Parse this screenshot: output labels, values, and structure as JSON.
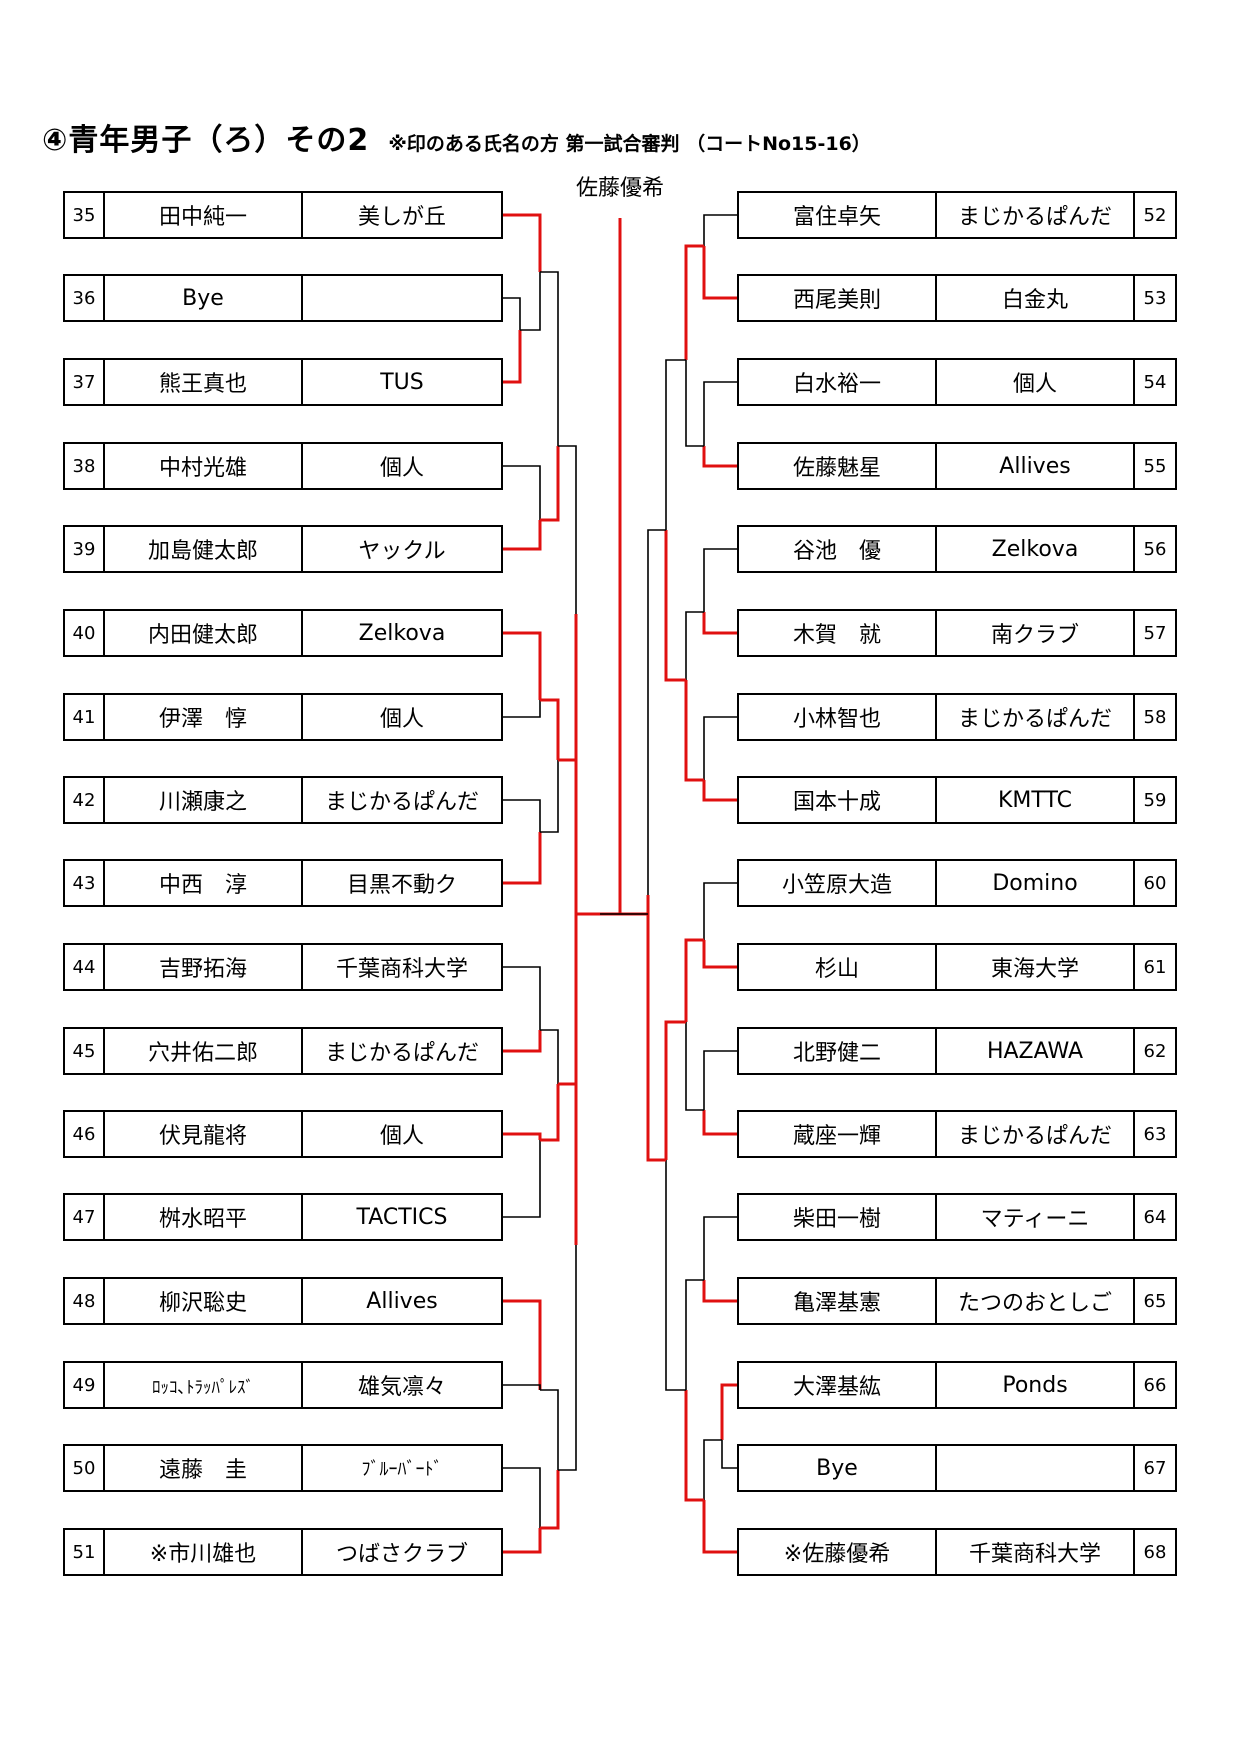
{
  "title": "④青年男子（ろ）その2",
  "subtitle": "※印のある氏名の方  第一試合審判  （コートNo15-16）",
  "winner": "佐藤優希",
  "left_entries": [
    {
      "num": "35",
      "name": "田中純一",
      "team": "美しが丘"
    },
    {
      "num": "36",
      "name": "Bye",
      "team": ""
    },
    {
      "num": "37",
      "name": "熊王真也",
      "team": "TUS"
    },
    {
      "num": "38",
      "name": "中村光雄",
      "team": "個人"
    },
    {
      "num": "39",
      "name": "加島健太郎",
      "team": "ヤックル"
    },
    {
      "num": "40",
      "name": "内田健太郎",
      "team": "Zelkova"
    },
    {
      "num": "41",
      "name": "伊澤　惇",
      "team": "個人"
    },
    {
      "num": "42",
      "name": "川瀬康之",
      "team": "まじかるぱんだ"
    },
    {
      "num": "43",
      "name": "中西　淳",
      "team": "目黒不動ク"
    },
    {
      "num": "44",
      "name": "吉野拓海",
      "team": "千葉商科大学"
    },
    {
      "num": "45",
      "name": "穴井佑二郎",
      "team": "まじかるぱんだ"
    },
    {
      "num": "46",
      "name": "伏見龍将",
      "team": "個人"
    },
    {
      "num": "47",
      "name": "桝水昭平",
      "team": "TACTICS"
    },
    {
      "num": "48",
      "name": "柳沢聡史",
      "team": "Allives"
    },
    {
      "num": "49",
      "name": "ﾛｯｺ､ﾄﾗｯﾊﾟﾚｽﾞ",
      "team": "雄気凛々"
    },
    {
      "num": "50",
      "name": "遠藤　圭",
      "team": "ﾌﾞﾙｰﾊﾞｰﾄﾞ"
    },
    {
      "num": "51",
      "name": "※市川雄也",
      "team": "つばさクラブ"
    }
  ],
  "right_entries": [
    {
      "num": "52",
      "name": "富住卓矢",
      "team": "まじかるぱんだ"
    },
    {
      "num": "53",
      "name": "西尾美則",
      "team": "白金丸"
    },
    {
      "num": "54",
      "name": "白水裕一",
      "team": "個人"
    },
    {
      "num": "55",
      "name": "佐藤魅星",
      "team": "Allives"
    },
    {
      "num": "56",
      "name": "谷池　優",
      "team": "Zelkova"
    },
    {
      "num": "57",
      "name": "木賀　就",
      "team": "南クラブ"
    },
    {
      "num": "58",
      "name": "小林智也",
      "team": "まじかるぱんだ"
    },
    {
      "num": "59",
      "name": "国本十成",
      "team": "KMTTC"
    },
    {
      "num": "60",
      "name": "小笠原大造",
      "team": "Domino"
    },
    {
      "num": "61",
      "name": "杉山",
      "team": "東海大学"
    },
    {
      "num": "62",
      "name": "北野健二",
      "team": "HAZAWA"
    },
    {
      "num": "63",
      "name": "蔵座一輝",
      "team": "まじかるぱんだ"
    },
    {
      "num": "64",
      "name": "柴田一樹",
      "team": "マティーニ"
    },
    {
      "num": "65",
      "name": "亀澤基憲",
      "team": "たつのおとしご"
    },
    {
      "num": "66",
      "name": "大澤基紘",
      "team": "Ponds"
    },
    {
      "num": "67",
      "name": "Bye",
      "team": ""
    },
    {
      "num": "68",
      "name": "※佐藤優希",
      "team": "千葉商科大学"
    }
  ],
  "colors": {
    "win_line": "#e01010",
    "line": "#000000"
  }
}
